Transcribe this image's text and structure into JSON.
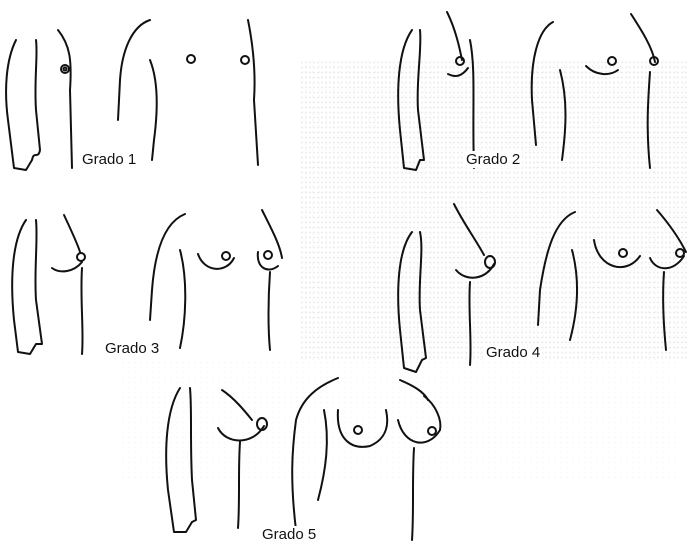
{
  "figure": {
    "stages": [
      {
        "label": "Grado 1"
      },
      {
        "label": "Grado 2"
      },
      {
        "label": "Grado 3"
      },
      {
        "label": "Grado 4"
      },
      {
        "label": "Grado 5"
      }
    ]
  }
}
